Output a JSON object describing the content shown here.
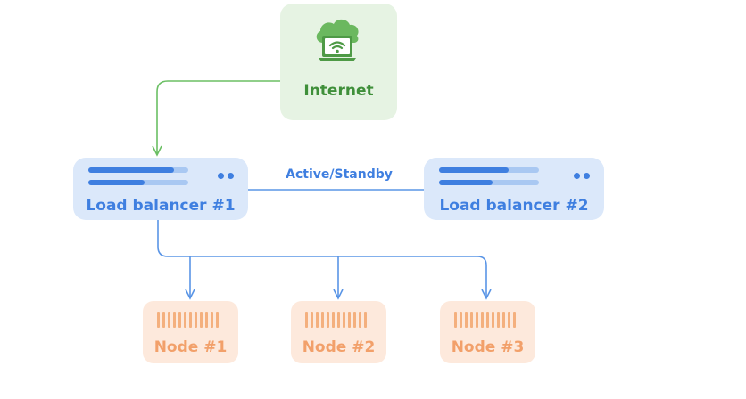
{
  "internet": {
    "label": "Internet",
    "icon": "cloud-laptop-wifi-icon"
  },
  "link": {
    "label": "Active/Standby"
  },
  "load_balancers": [
    {
      "label": "Load balancer #1"
    },
    {
      "label": "Load balancer #2"
    }
  ],
  "nodes": [
    {
      "label": "Node #1"
    },
    {
      "label": "Node #2"
    },
    {
      "label": "Node #3"
    }
  ],
  "colors": {
    "internet_fill": "#e6f3e3",
    "internet_accent": "#3f8f3a",
    "lb_fill": "#dbe8fa",
    "lb_accent": "#3f7fe0",
    "node_fill": "#fde9dc",
    "node_accent": "#f2a06a"
  }
}
